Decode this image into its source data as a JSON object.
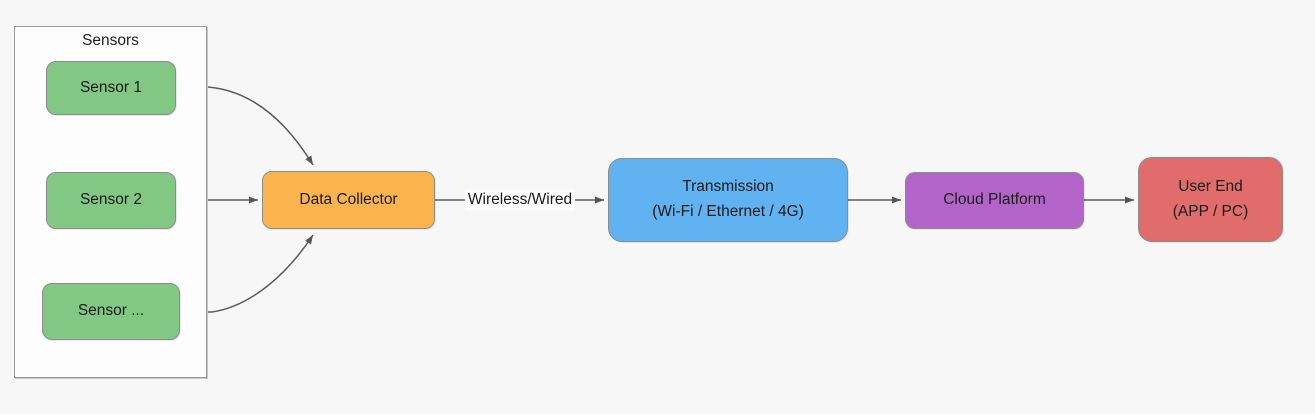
{
  "diagram": {
    "group": {
      "label": "Sensors"
    },
    "nodes": {
      "sensor1": {
        "label": "Sensor 1"
      },
      "sensor2": {
        "label": "Sensor 2"
      },
      "sensor_etc": {
        "label": "Sensor ..."
      },
      "data_collector": {
        "label": "Data Collector"
      },
      "transmission": {
        "line1": "Transmission",
        "line2": "(Wi-Fi / Ethernet / 4G)"
      },
      "cloud_platform": {
        "label": "Cloud Platform"
      },
      "user_end": {
        "line1": "User End",
        "line2": "(APP / PC)"
      }
    },
    "edges": {
      "collector_to_transmission": {
        "label": "Wireless/Wired"
      }
    },
    "colors": {
      "sensor_green": "#82C784",
      "collector_orange": "#FBB44D",
      "transmission_blue": "#61B2F0",
      "cloud_purple": "#B364C9",
      "user_end_red": "#E06C6C",
      "node_border": "#8C8C8C",
      "edge_stroke": "#5B5B5B",
      "canvas_background": "#F7F7F7"
    }
  }
}
